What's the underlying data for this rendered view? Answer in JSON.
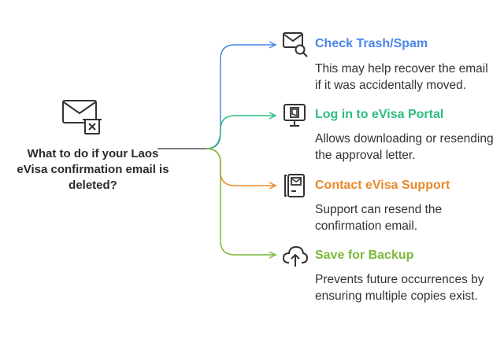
{
  "root": {
    "title": "What to do if your Laos eVisa confirmation email is deleted?",
    "icon": "deleted-mail-icon",
    "line_color": "#555555"
  },
  "branches": [
    {
      "title": "Check Trash/Spam",
      "desc": "This may help recover the email if it was accidentally moved.",
      "color": "#4A86E8",
      "icon": "mail-search-icon"
    },
    {
      "title": "Log in to eVisa Portal",
      "desc": "Allows downloading or resending the approval letter.",
      "color": "#2EBE7E",
      "icon": "portal-monitor-icon"
    },
    {
      "title": "Contact eVisa Support",
      "desc": "Support can resend the confirmation email.",
      "color": "#E8892C",
      "icon": "contact-support-icon"
    },
    {
      "title": "Save for Backup",
      "desc": "Prevents future occurrences by ensuring multiple copies exist.",
      "color": "#7DB83A",
      "icon": "cloud-upload-icon"
    }
  ]
}
